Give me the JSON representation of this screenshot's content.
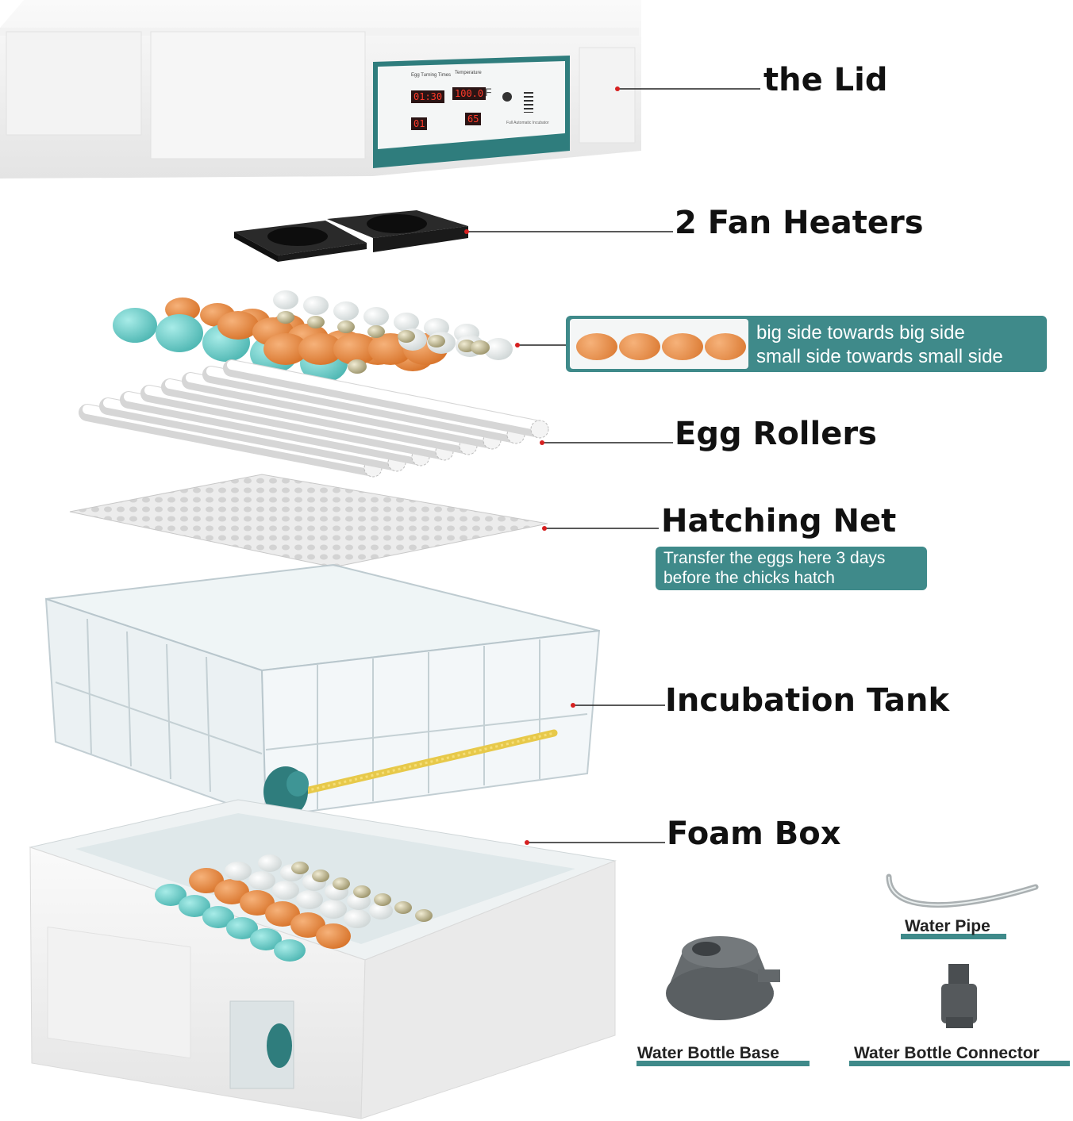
{
  "lid": {
    "label": "the Lid",
    "panel": {
      "turning_times_label": "Egg Turning Times",
      "temperature_label": "Temperature",
      "turning_display": "01:30",
      "temperature_display": "100.0",
      "temp_unit": "F",
      "day_display": "01",
      "humidity_display": "65",
      "footer": "Full Automatic Incubator"
    }
  },
  "fan_heaters": {
    "label": "2 Fan Heaters"
  },
  "eggs": {
    "callout_line1": "big side towards big side",
    "callout_line2": "small side towards small side"
  },
  "egg_rollers": {
    "label": "Egg Rollers"
  },
  "hatching_net": {
    "label": "Hatching Net",
    "callout_line1": "Transfer the eggs here 3 days",
    "callout_line2": "before the chicks hatch"
  },
  "incubation_tank": {
    "label": "Incubation Tank"
  },
  "foam_box": {
    "label": "Foam Box"
  },
  "accessories": {
    "water_pipe": "Water Pipe",
    "water_bottle_base": "Water Bottle Base",
    "water_bottle_connector": "Water Bottle Connector"
  },
  "colors": {
    "accent_teal": "#3f8a8a",
    "panel_teal": "#2f7d7d",
    "leader_dot": "#d62020",
    "egg_orange": "#e8893f",
    "egg_blue": "#6ecfcc"
  }
}
